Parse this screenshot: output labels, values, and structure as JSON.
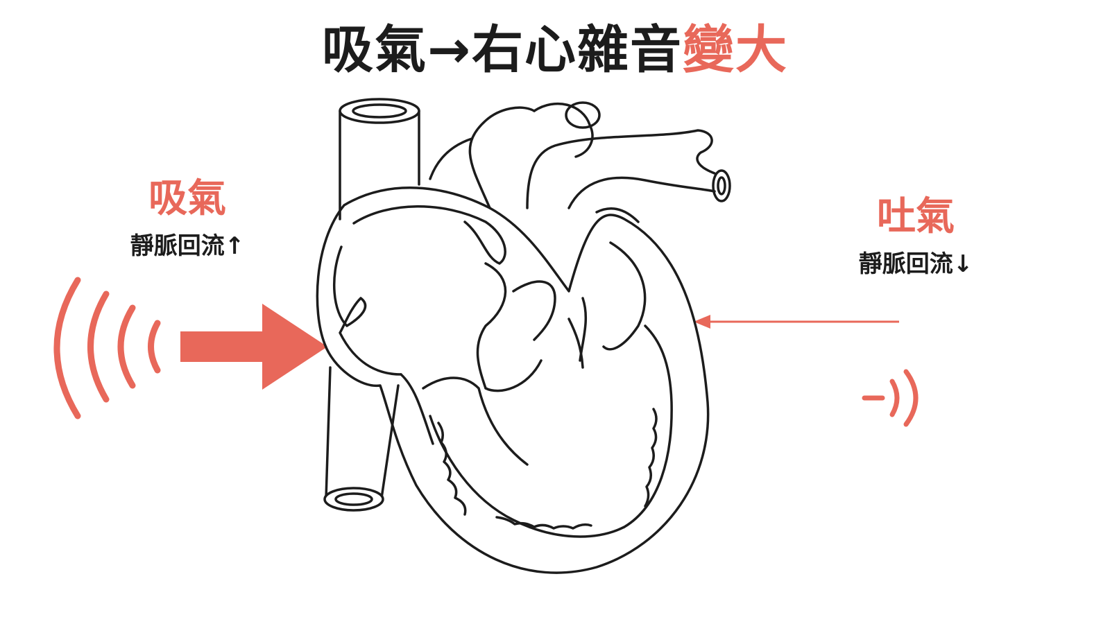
{
  "title": {
    "prefix": "吸氣→右心雜音",
    "accent": "變大"
  },
  "inhale": {
    "label": "吸氣",
    "detail": "靜脈回流↑"
  },
  "exhale": {
    "label": "吐氣",
    "detail": "靜脈回流↓"
  },
  "colors": {
    "accent": "#e8685a",
    "ink": "#1c1c1c",
    "background": "#ffffff"
  },
  "icons": [
    "strong-sound-wave-icon",
    "large-arrow-icon",
    "thin-arrow-icon",
    "weak-sound-wave-icon",
    "heart-illustration"
  ]
}
